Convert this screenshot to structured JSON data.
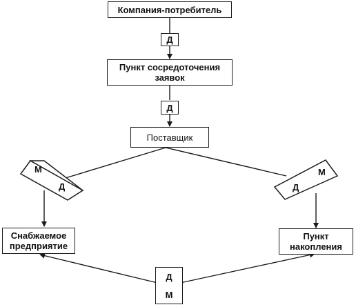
{
  "nodes": {
    "consumer": "Компания-потребитель",
    "order_point_line1": "Пункт сосредоточения",
    "order_point_line2": "заявок",
    "supplier": "Поставщик",
    "enterprise_line1": "Снабжаемое",
    "enterprise_line2": "предприятие",
    "storage_line1": "Пункт",
    "storage_line2": "накопления"
  },
  "tags": {
    "top_tag": "Д",
    "middle_tag": "Д",
    "left_m": "М",
    "left_d": "Д",
    "right_d": "Д",
    "right_m": "М",
    "bottom_d": "Д",
    "bottom_m": "М"
  }
}
